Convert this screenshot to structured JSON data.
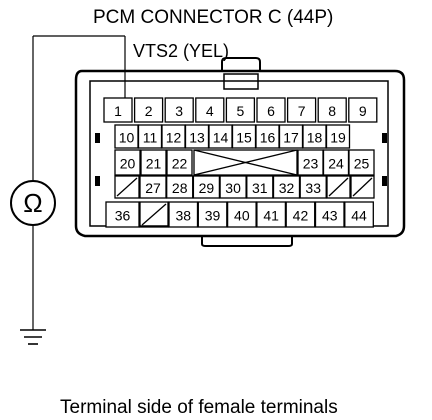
{
  "title": "PCM CONNECTOR C (44P)",
  "wire_label": "VTS2 (YEL)",
  "meter_symbol": "Ω",
  "footer": "Terminal side of female terminals",
  "pins": {
    "row1": [
      "1",
      "2",
      "3",
      "4",
      "5",
      "6",
      "7",
      "8",
      "9"
    ],
    "row2": [
      "10",
      "11",
      "12",
      "13",
      "14",
      "15",
      "16",
      "17",
      "18",
      "19"
    ],
    "row3_left": [
      "20",
      "21",
      "22"
    ],
    "row3_right": [
      "23",
      "24",
      "25"
    ],
    "row4": [
      "27",
      "28",
      "29",
      "30",
      "31",
      "32",
      "33"
    ],
    "row5_left": [
      "36"
    ],
    "row5_right": [
      "38",
      "39",
      "40",
      "41",
      "42",
      "43",
      "44"
    ]
  },
  "highlighted_pin": "1",
  "icons": {
    "meter": "ohmmeter-icon",
    "ground": "ground-icon"
  }
}
